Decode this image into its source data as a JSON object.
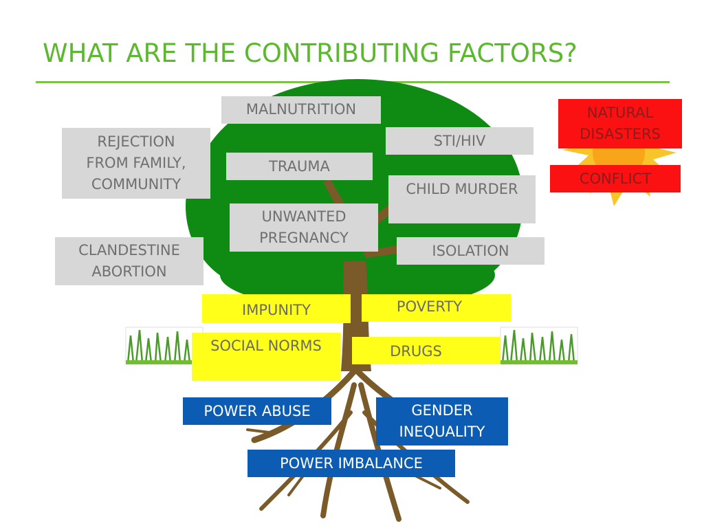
{
  "title": "WHAT ARE THE CONTRIBUTING FACTORS?",
  "colors": {
    "title": "#5cb82e",
    "leaf_box": "#d7d7d7",
    "trunk_box": "#ffff1a",
    "root_box": "#0c5cb4",
    "external_box": "#fb1111",
    "foliage": "#0f8a12",
    "trunk": "#7b5a2a",
    "sun": "#f7c52a"
  },
  "leaves": {
    "malnutrition": "MALNUTRITION",
    "sti_hiv": "STI/HIV",
    "rejection": "REJECTION\nFROM FAMILY,\nCOMMUNITY",
    "trauma": "TRAUMA",
    "child_murder": "CHILD MURDER",
    "unwanted_pregnancy": "UNWANTED\nPREGNANCY",
    "clandestine_abortion": "CLANDESTINE\nABORTION",
    "isolation": "ISOLATION"
  },
  "trunk": {
    "impunity": "IMPUNITY",
    "poverty": "POVERTY",
    "social_norms": "SOCIAL NORMS",
    "drugs": "DRUGS"
  },
  "roots": {
    "power_abuse": "POWER ABUSE",
    "gender_inequality": "GENDER\nINEQUALITY",
    "power_imbalance": "POWER IMBALANCE"
  },
  "external": {
    "natural_disasters": "NATURAL\nDISASTERS",
    "conflict": "CONFLICT"
  }
}
